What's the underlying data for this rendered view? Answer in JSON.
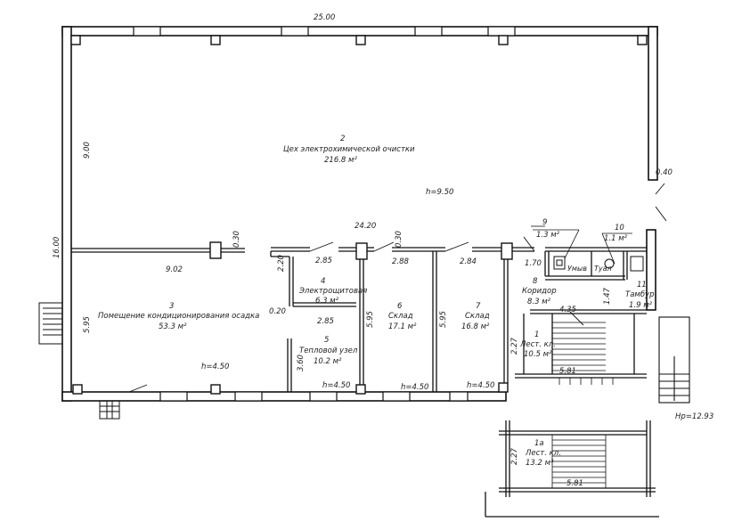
{
  "dims": {
    "top": "25.00",
    "left_height": "16.00",
    "left_upper": "9.00",
    "inner": "24.20",
    "room3_width": "9.02",
    "wall_030a": "0.30",
    "wall_030b": "0.30",
    "wall_040": "0.40",
    "room3_height": "5.95",
    "d_285a": "2.85",
    "d_220": "2.20",
    "d_020": "0.20",
    "d_285b": "2.85",
    "d_360": "3.60",
    "d_288": "2.88",
    "d_595b": "5.95",
    "d_284": "2.84",
    "d_595c": "5.95",
    "d_170": "1.70",
    "d_147": "1.47",
    "d_435": "4.35",
    "d_227a": "2.27",
    "d_581a": "5.81",
    "d_227b": "2.27",
    "d_581b": "5.81"
  },
  "rooms": {
    "r2": {
      "num": "2",
      "name": "Цех электрохимической очистки",
      "area": "216.8 м²"
    },
    "r3": {
      "num": "3",
      "name": "Помещение кондиционирования осадка",
      "area": "53.3 м²"
    },
    "r4": {
      "num": "4",
      "name": "Электрощитовая",
      "area": "6.3 м²"
    },
    "r5": {
      "num": "5",
      "name": "Тепловой узел",
      "area": "10.2 м²"
    },
    "r6": {
      "num": "6",
      "name": "Склад",
      "area": "17.1 м²"
    },
    "r7": {
      "num": "7",
      "name": "Склад",
      "area": "16.8 м²"
    },
    "r8": {
      "num": "8",
      "name": "Коридор",
      "area": "8.3 м²"
    },
    "r9": {
      "num": "9",
      "area": "1.3 м²",
      "name": "Умыв"
    },
    "r10": {
      "num": "10",
      "area": "1.1 м²",
      "name": "Туал"
    },
    "r11": {
      "num": "11",
      "name": "Тамбур",
      "area": "1.9 м²"
    },
    "r1": {
      "num": "1",
      "name": "Лест. кл.",
      "area": "10.5 м²"
    },
    "r1a": {
      "num": "1а",
      "name": "Лест. кл.",
      "area": "13.2 м²"
    }
  },
  "heights": {
    "main": "h=9.50",
    "r3": "h=4.50",
    "r5": "h=4.50",
    "r6": "h=4.50",
    "r7": "h=4.50"
  },
  "elevation": "Нр=12.93"
}
